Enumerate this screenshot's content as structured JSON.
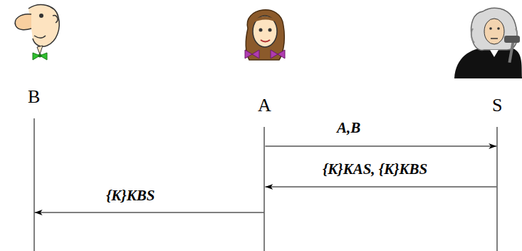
{
  "diagram": {
    "nodes": [
      {
        "text": [
          "B"
        ]
      },
      {
        "text": [
          "A"
        ]
      },
      {
        "text": [
          "S"
        ]
      }
    ],
    "edges": [
      {
        "from": 1,
        "to": 2,
        "label": "A,B",
        "arrow": "to"
      },
      {
        "from": 2,
        "to": 1,
        "label": "{K}KAS, {K}KBS",
        "arrow": "to"
      },
      {
        "from": 1,
        "to": 0,
        "label": "{K}KBS",
        "arrow": "to"
      }
    ]
  }
}
